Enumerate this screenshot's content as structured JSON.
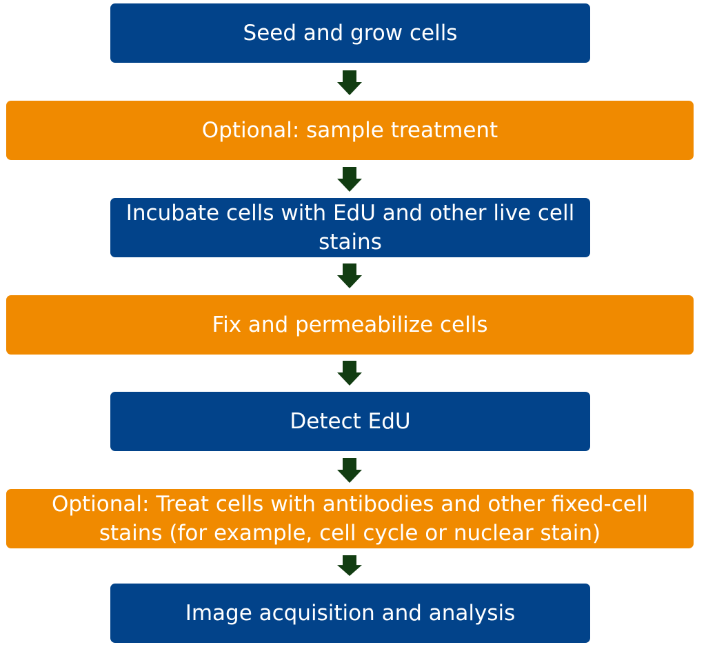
{
  "colors": {
    "required_step": "#02438A",
    "optional_step": "#F08A00",
    "arrow": "#123D12",
    "text": "#FFFFFF",
    "background": "#FFFFFF"
  },
  "flowchart": {
    "steps": [
      {
        "label": "Seed and grow cells",
        "type": "required"
      },
      {
        "label": "Optional: sample treatment",
        "type": "optional"
      },
      {
        "label": "Incubate cells with EdU and other live cell stains",
        "type": "required"
      },
      {
        "label": "Fix and permeabilize cells",
        "type": "optional-color"
      },
      {
        "label": "Detect EdU",
        "type": "required"
      },
      {
        "label": "Optional: Treat cells with antibodies and other fixed-cell stains (for example, cell cycle or nuclear stain)",
        "type": "optional"
      },
      {
        "label": "Image acquisition and analysis",
        "type": "required"
      }
    ],
    "arrow_icon": "down-arrow-icon"
  }
}
